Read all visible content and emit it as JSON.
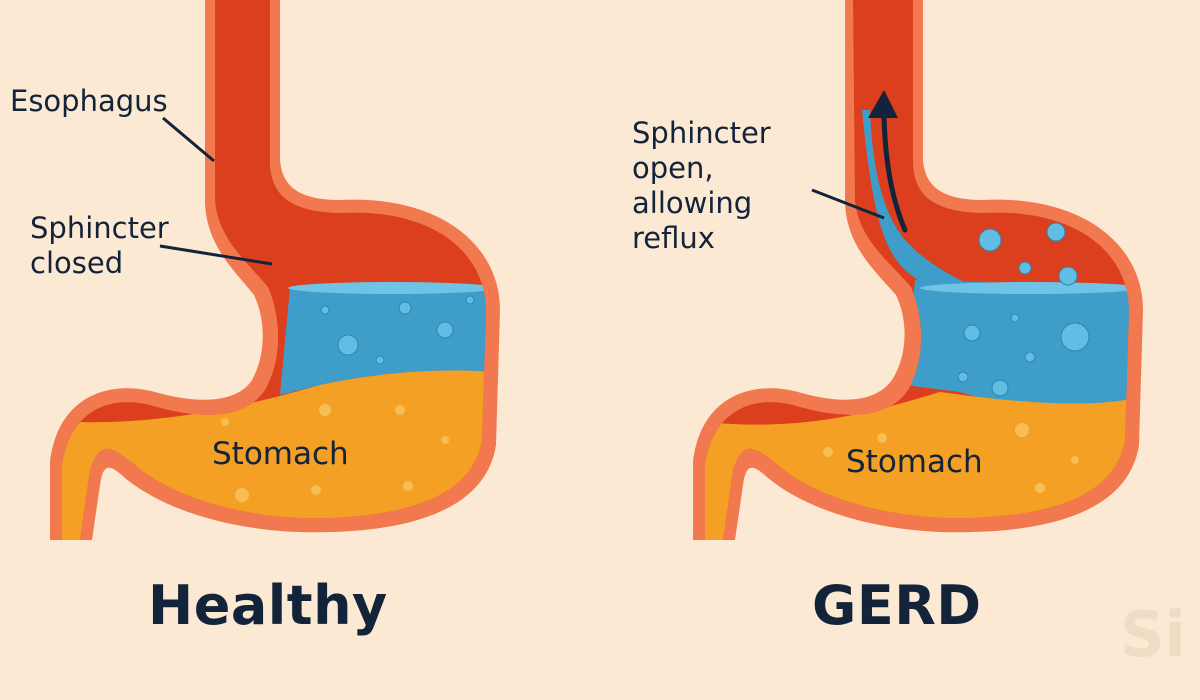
{
  "labels": {
    "esophagus": "Esophagus",
    "healthy_sphincter": "Sphincter closed",
    "gerd_sphincter": "Sphincter open, allowing reflux",
    "stomach": "Stomach"
  },
  "captions": {
    "healthy": "Healthy",
    "gerd": "GERD"
  },
  "watermark": "Si",
  "colors": {
    "background": "#fbe9d3",
    "wall_outer": "#f2794f",
    "wall_inner": "#dc3f1d",
    "acid_blue": "#3e9ec9",
    "food_orange": "#f3a024",
    "text": "#13233a"
  }
}
